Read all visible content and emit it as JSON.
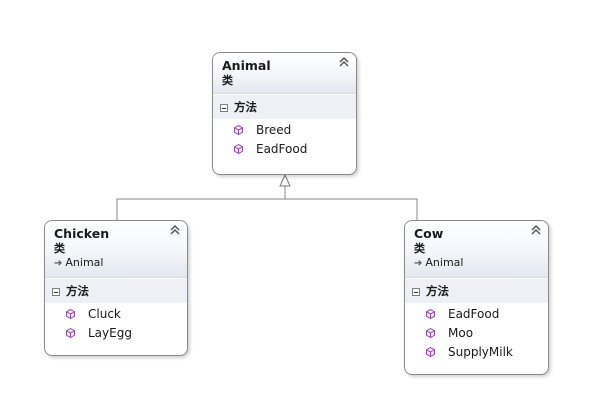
{
  "colors": {
    "method_icon": "#8b3aa6",
    "border": "#8a8a8a",
    "section_bg": "#eef0f5"
  },
  "classes": [
    {
      "id": "animal",
      "title": "Animal",
      "stereotype_icon": "class-stereotype-icon",
      "stereotype_text": "类",
      "base": "",
      "section_label": "方法",
      "methods": [
        "Breed",
        "EadFood"
      ]
    },
    {
      "id": "chicken",
      "title": "Chicken",
      "stereotype_text": "类",
      "base": "Animal",
      "section_label": "方法",
      "methods": [
        "Cluck",
        "LayEgg"
      ]
    },
    {
      "id": "cow",
      "title": "Cow",
      "stereotype_text": "类",
      "base": "Animal",
      "section_label": "方法",
      "methods": [
        "EadFood",
        "Moo",
        "SupplyMilk"
      ]
    }
  ],
  "icons": {
    "collapse": "double-chevron-up-icon",
    "method": "method-cube-icon",
    "inherit": "inherit-arrow-icon"
  }
}
